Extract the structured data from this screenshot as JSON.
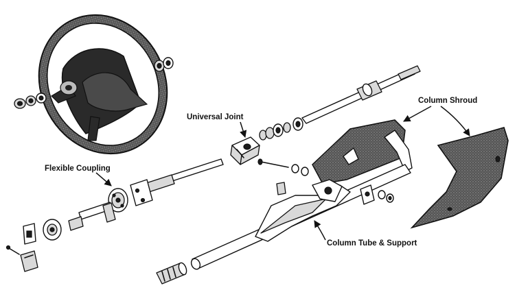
{
  "labels": {
    "universal_joint": "Universal Joint",
    "column_shroud": "Column Shroud",
    "flexible_coupling": "Flexible Coupling",
    "column_tube_support": "Column Tube & Support"
  },
  "colors": {
    "ink": "#111111",
    "shading": "#3a3a3a",
    "background": "#ffffff"
  }
}
